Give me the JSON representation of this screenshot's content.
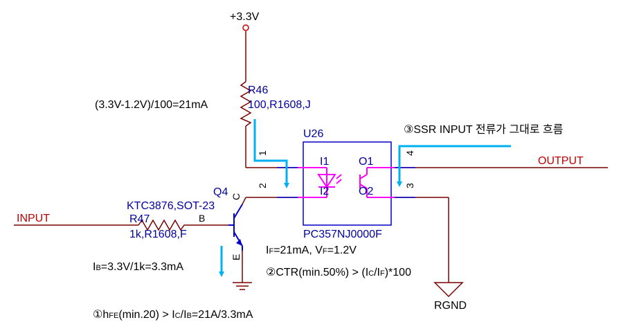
{
  "supply": {
    "label": "+3.3V"
  },
  "r46": {
    "ref": "R46",
    "value": "100,R1608,J",
    "calc": "(3.3V-1.2V)/100=21mA"
  },
  "u26": {
    "ref": "U26",
    "part": "PC357NJ0000F",
    "pin_i1": "I1",
    "pin_i2": "I2",
    "pin_o1": "O1",
    "pin_o2": "O2",
    "pin1": "1",
    "pin2": "2",
    "pin3": "3",
    "pin4": "4"
  },
  "q4": {
    "ref": "Q4",
    "part": "KTC3876,SOT-23",
    "pin_b": "B",
    "pin_c": "C",
    "pin_e": "E"
  },
  "r47": {
    "ref": "R47",
    "value": "1k,R1608,F"
  },
  "nets": {
    "input": "INPUT",
    "output": "OUTPUT",
    "rgnd": "RGND"
  },
  "notes": {
    "ssr": "③SSR INPUT 전류가 그대로 흐름",
    "if_vf": {
      "a": "I",
      "b": "F",
      "c": "=21mA, V",
      "d": "F",
      "e": "=1.2V"
    },
    "ctr": {
      "a": "②CTR(min.50%) > (I",
      "b": "C",
      "c": "/I",
      "d": "F",
      "e": ")*100"
    },
    "ib": {
      "a": "I",
      "b": "B",
      "c": "=3.3V/1k=3.3mA"
    },
    "hfe": {
      "a": "①h",
      "b": "FE",
      "c": "(min.20) > I",
      "d": "C",
      "e": "/I",
      "f": "B",
      "g": "=21A/3.3mA"
    }
  },
  "colors": {
    "wire": "#7a0000",
    "component": "#0000c8",
    "optocoupler": "#ff00ff",
    "arrow": "#00b0f0",
    "net_label": "#c00000"
  }
}
